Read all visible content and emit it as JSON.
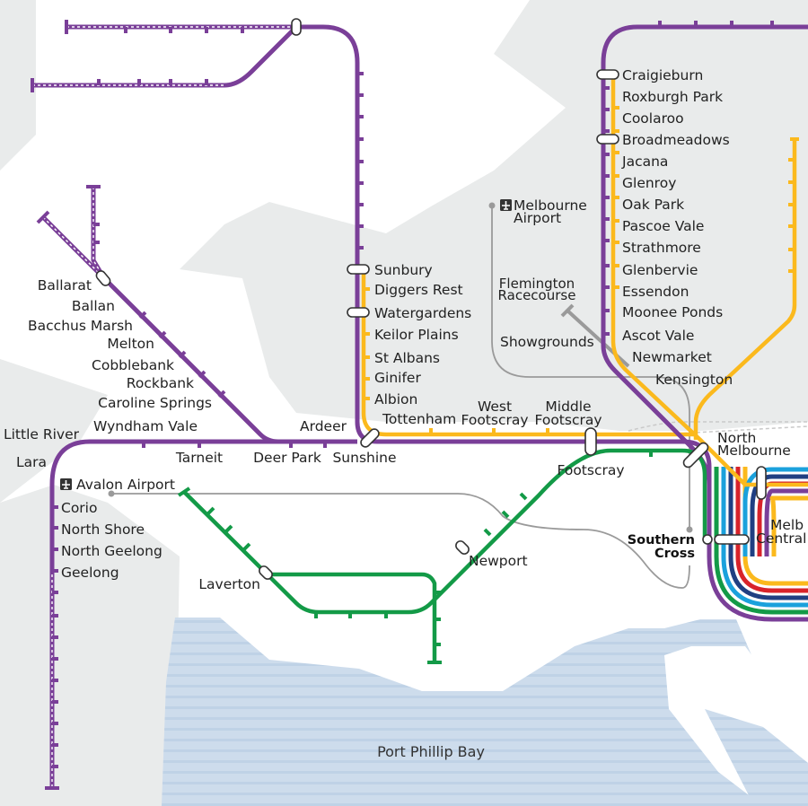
{
  "water": {
    "label": "Port Phillip Bay"
  },
  "lines": {
    "purple": "#7a3f98",
    "yellow": "#fbb91d",
    "green": "#139a47",
    "grey": "#9a9a9a",
    "blue": "#1ba1dc",
    "navy": "#203f82",
    "red": "#d8232a"
  },
  "colors": {
    "land": "#ffffff",
    "background": "#e9ebeb",
    "water": "#cddcec",
    "water_stripe": "#b9cde2"
  },
  "airports": [
    {
      "name": "Melbourne Airport",
      "line1": "Melbourne",
      "line2": "Airport",
      "icon": "airplane-icon"
    },
    {
      "name": "Avalon Airport",
      "label": "Avalon Airport",
      "icon": "airplane-icon"
    }
  ],
  "stations": {
    "ballarat_line": [
      "Ballarat",
      "Ballan",
      "Bacchus Marsh",
      "Melton",
      "Cobblebank",
      "Rockbank",
      "Caroline Springs"
    ],
    "geelong_line": [
      "Wyndham Vale",
      "Tarneit",
      "Little River",
      "Lara",
      "Corio",
      "North Shore",
      "North Geelong",
      "Geelong"
    ],
    "sunbury_line": [
      "Sunbury",
      "Diggers Rest",
      "Watergardens",
      "Keilor Plains",
      "St Albans",
      "Ginifer",
      "Albion"
    ],
    "western_corridor": [
      "Ardeer",
      "Deer Park",
      "Sunshine",
      "Tottenham"
    ],
    "craigieburn_line": [
      "Craigieburn",
      "Roxburgh Park",
      "Coolaroo",
      "Broadmeadows",
      "Jacana",
      "Glenroy",
      "Oak Park",
      "Pascoe Vale",
      "Strathmore",
      "Glenbervie",
      "Essendon",
      "Moonee Ponds",
      "Ascot Vale",
      "Newmarket",
      "Kensington"
    ],
    "werribee_line": [
      "Footscray",
      "Newport",
      "Laverton"
    ],
    "showgrounds": {
      "flemington_1": "Flemington",
      "flemington_2": "Racecourse",
      "showgrounds": "Showgrounds"
    },
    "city": {
      "west_footscray_1": "West",
      "west_footscray_2": "Footscray",
      "middle_footscray_1": "Middle",
      "middle_footscray_2": "Footscray",
      "north_melbourne_1": "North",
      "north_melbourne_2": "Melbourne",
      "southern_cross_1": "Southern",
      "southern_cross_2": "Cross",
      "melbourne_central_1": "Melb",
      "melbourne_central_2": "Central"
    }
  }
}
